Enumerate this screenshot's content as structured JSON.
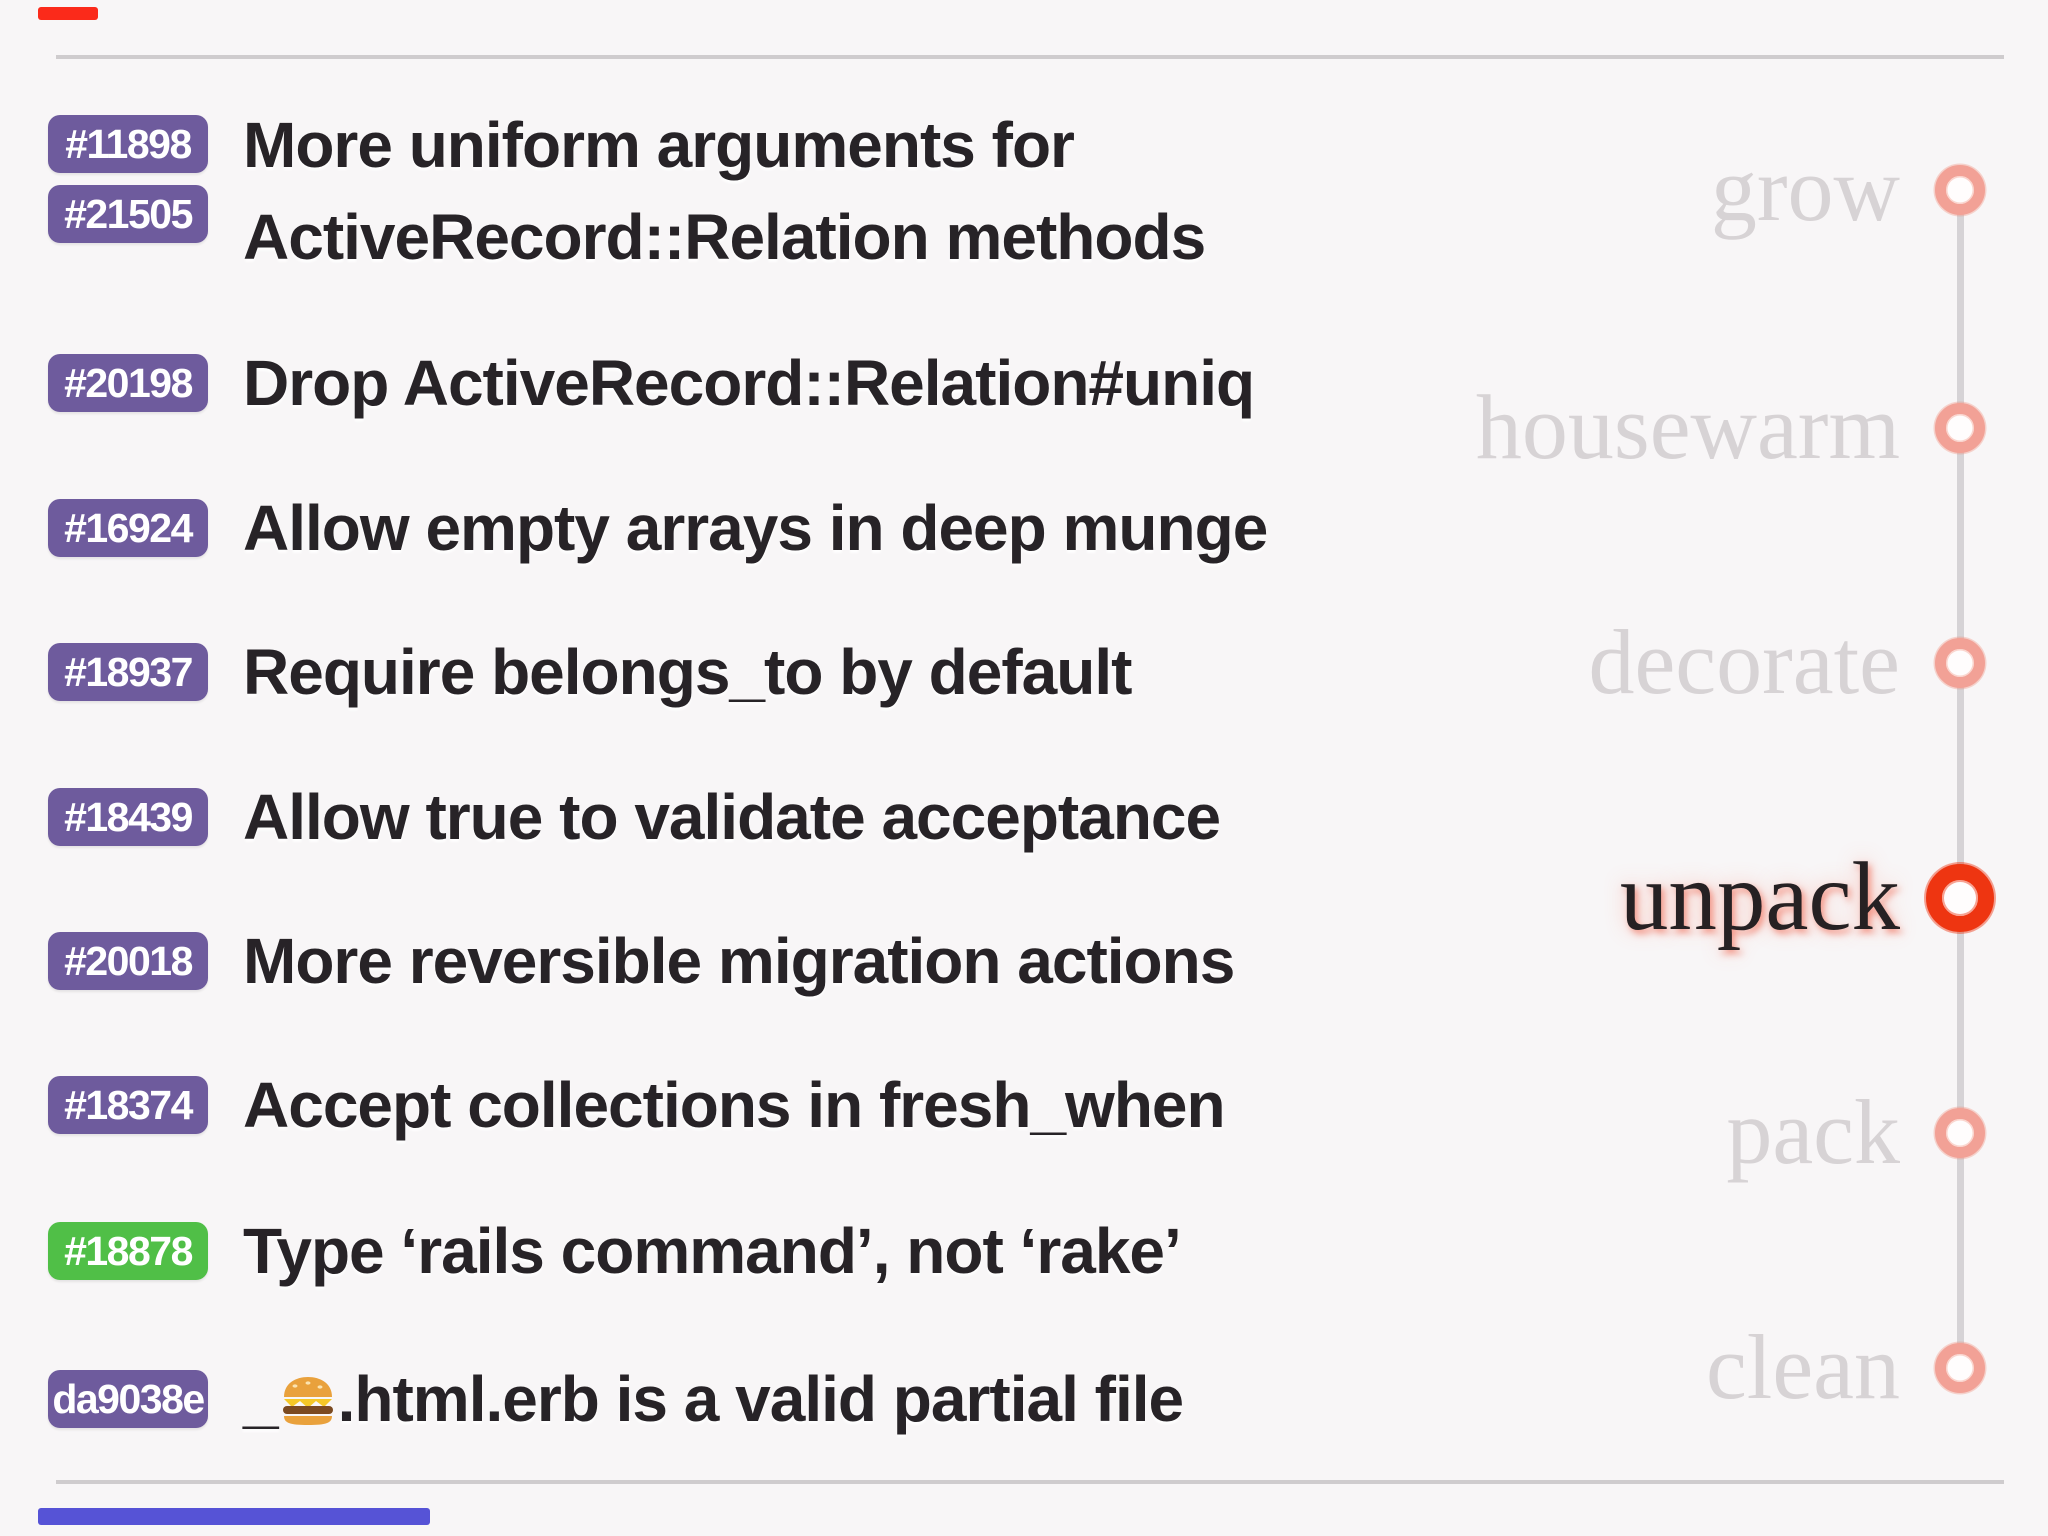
{
  "slide": {
    "kind": "release-notes-slide",
    "colors": {
      "background": "#f8f6f7",
      "badge_purple": "#6e5b9d",
      "badge_green": "#50bf47",
      "title_text": "#272327",
      "timeline_line": "#d6d3d6",
      "stage_inactive_text": "#d7d3d5",
      "stage_active_text": "#262123",
      "stage_ring_inactive": "#f2a196",
      "stage_ring_active": "#ee3511",
      "top_progress_bar": "#fb2a1a",
      "bottom_progress_bar": "#5653d6"
    }
  },
  "commits": [
    {
      "ref": "#11898",
      "ref2": "#21505",
      "line1": "More uniform arguments for",
      "line2": "ActiveRecord::Relation methods"
    },
    {
      "ref": "#20198",
      "line1": "Drop ActiveRecord::Relation#uniq"
    },
    {
      "ref": "#16924",
      "line1": "Allow empty arrays in deep munge"
    },
    {
      "ref": "#18937",
      "line1": "Require belongs_to by default"
    },
    {
      "ref": "#18439",
      "line1": "Allow true to validate acceptance"
    },
    {
      "ref": "#20018",
      "line1": "More reversible migration actions"
    },
    {
      "ref": "#18374",
      "line1": "Accept collections in fresh_when"
    },
    {
      "ref": "#18878",
      "line1": "Type ‘rails command’, not ‘rake’"
    },
    {
      "ref": "da9038e",
      "line1_prefix": "_",
      "emoji": "🍔",
      "line1_suffix": ".html.erb is a valid partial file"
    }
  ],
  "timeline": {
    "active_stage": "unpack",
    "stages": [
      {
        "label": "grow",
        "state": "upcoming"
      },
      {
        "label": "housewarm",
        "state": "upcoming"
      },
      {
        "label": "decorate",
        "state": "upcoming"
      },
      {
        "label": "unpack",
        "state": "active"
      },
      {
        "label": "pack",
        "state": "upcoming"
      },
      {
        "label": "clean",
        "state": "upcoming"
      }
    ]
  }
}
